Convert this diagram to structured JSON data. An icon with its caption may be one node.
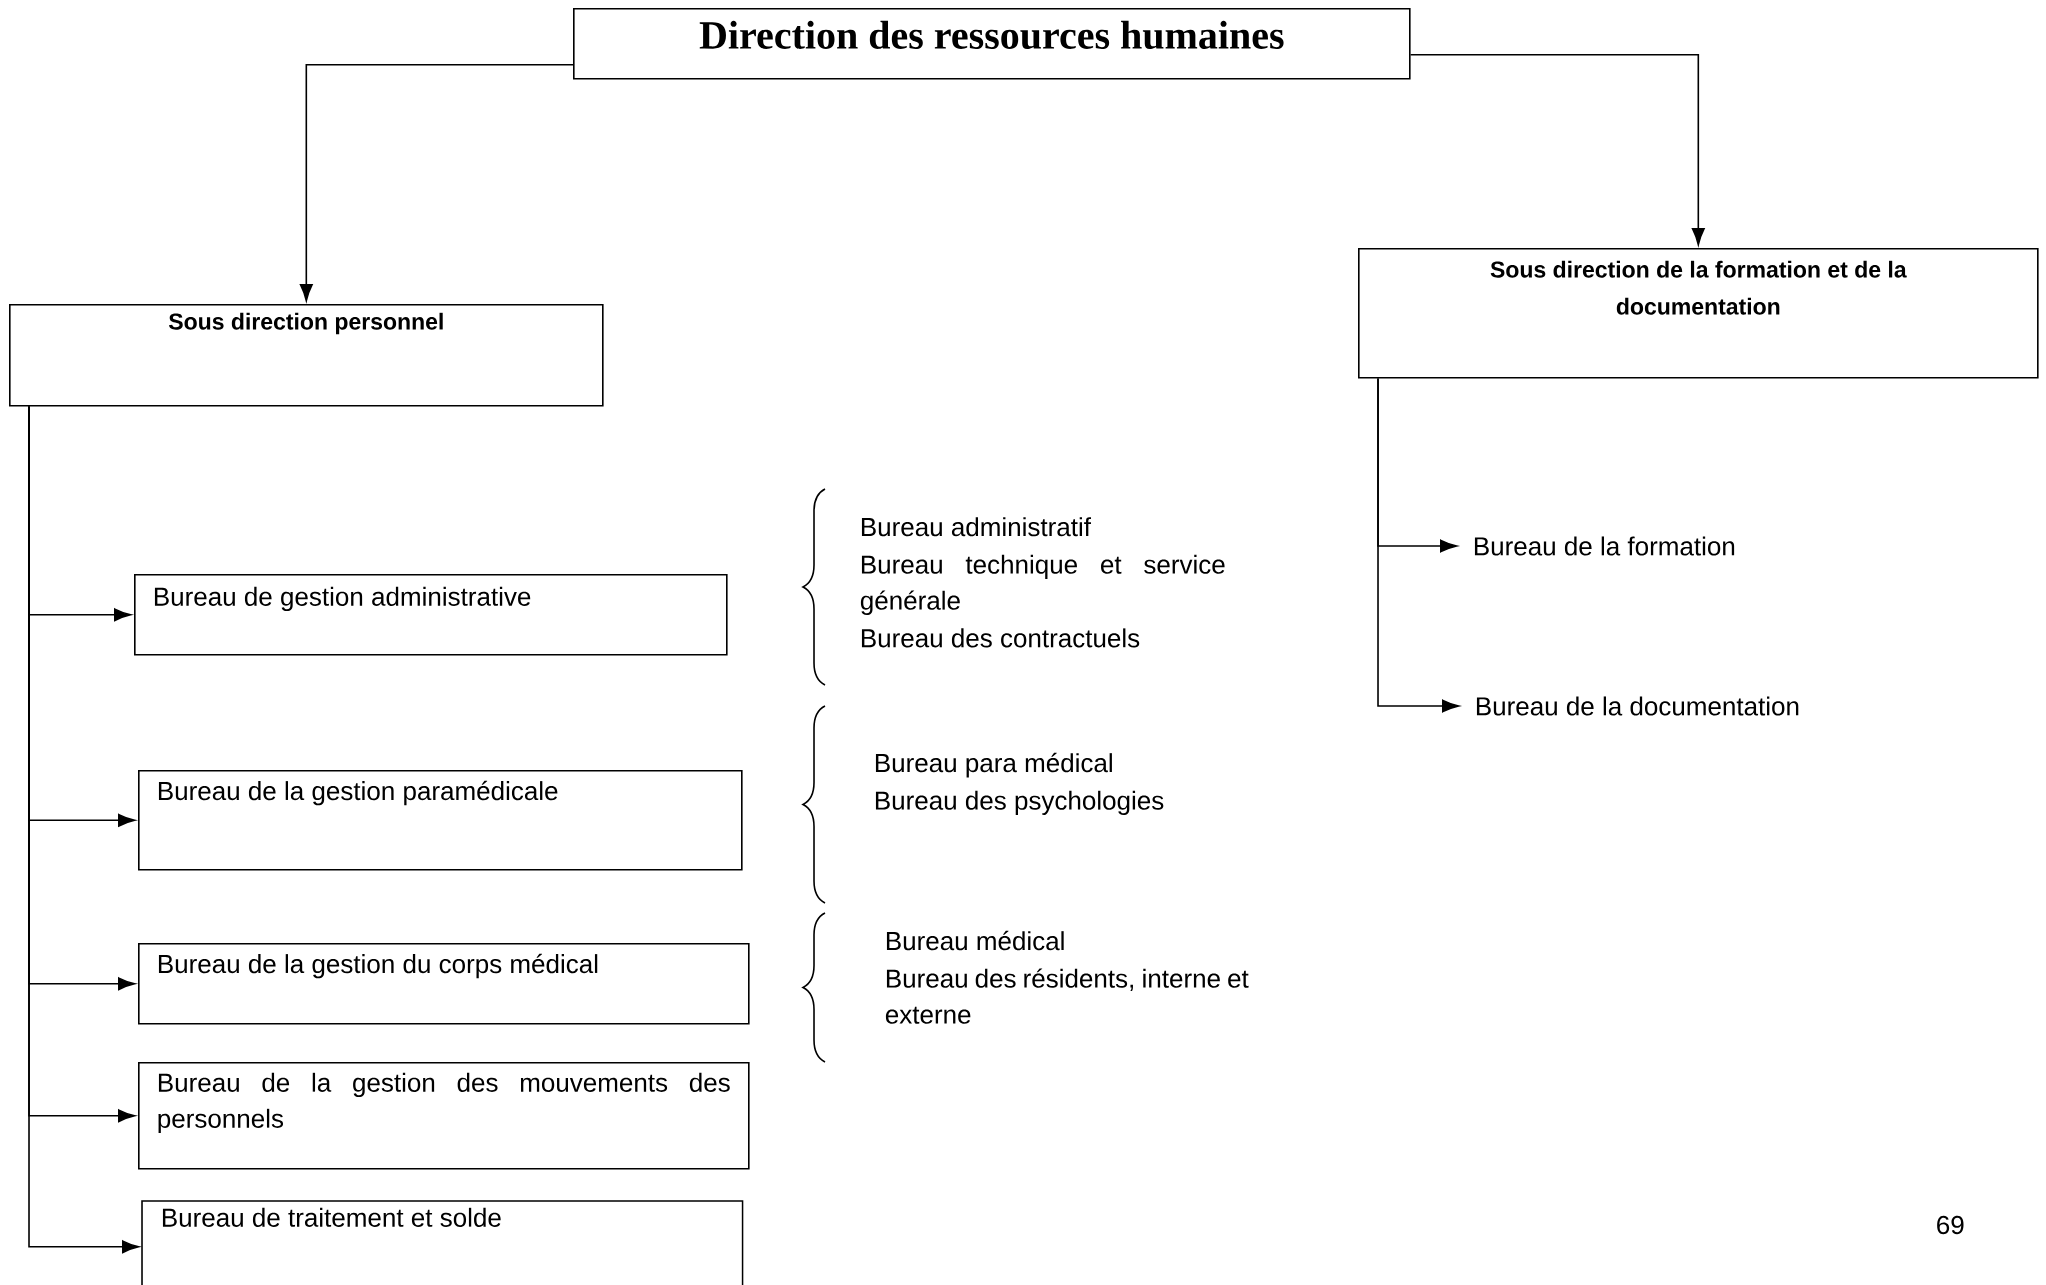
{
  "diagram": {
    "nodes": [
      {
        "text": [
          "Direction des ressources humaines"
        ]
      },
      {
        "text": [
          "Sous direction personnel"
        ]
      },
      {
        "text": [
          "Sous direction  de la formation et de la documentation"
        ]
      },
      {
        "text": [
          "Bureau de gestion administrative"
        ],
        "beside": [
          "Bureau administratif",
          "Bureau technique et service générale",
          "Bureau des contractuels"
        ]
      },
      {
        "text": [
          "Bureau de la gestion paramédicale"
        ],
        "beside": [
          "Bureau para médical",
          "Bureau des psychologies"
        ]
      },
      {
        "text": [
          "Bureau de la gestion du corps médical"
        ],
        "beside": [
          "Bureau médical",
          "Bureau des résidents, interne et externe"
        ]
      },
      {
        "text": [
          "Bureau de la gestion des mouvements des personnels"
        ]
      },
      {
        "text": [
          "Bureau de traitement et solde"
        ]
      },
      {
        "text": [
          "Bureau de la formation"
        ]
      },
      {
        "text": [
          "Bureau de la documentation"
        ]
      }
    ],
    "edges": [
      {
        "from": 0,
        "to": 1,
        "arrow": "to"
      },
      {
        "from": 0,
        "to": 2,
        "arrow": "to"
      },
      {
        "from": 1,
        "to": 3,
        "arrow": "to"
      },
      {
        "from": 1,
        "to": 4,
        "arrow": "to"
      },
      {
        "from": 1,
        "to": 5,
        "arrow": "to"
      },
      {
        "from": 1,
        "to": 6,
        "arrow": "to"
      },
      {
        "from": 1,
        "to": 7,
        "arrow": "to"
      },
      {
        "from": 2,
        "to": 8,
        "arrow": "to"
      },
      {
        "from": 2,
        "to": 9,
        "arrow": "to"
      }
    ],
    "labels": [
      "69"
    ]
  }
}
